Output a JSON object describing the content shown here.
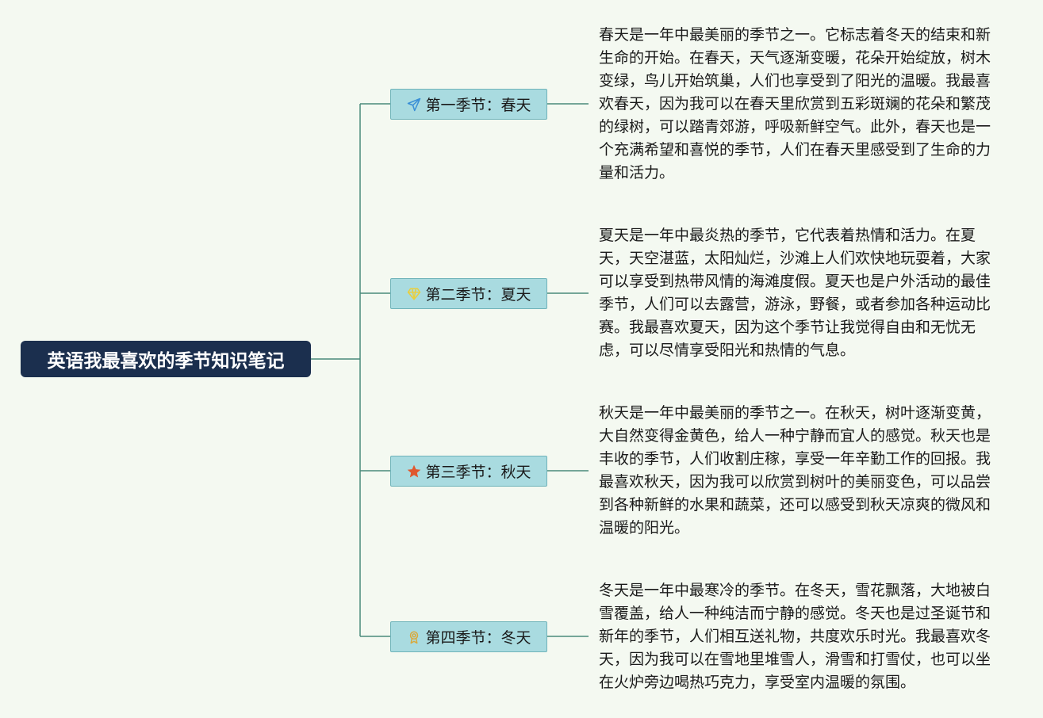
{
  "root": {
    "title": "英语我最喜欢的季节知识笔记"
  },
  "branches": [
    {
      "label": "第一季节：春天",
      "icon": "paper-plane-icon",
      "icon_color": "#3a8fd6",
      "text": "春天是一年中最美丽的季节之一。它标志着冬天的结束和新生命的开始。在春天，天气逐渐变暖，花朵开始绽放，树木变绿，鸟儿开始筑巢，人们也享受到了阳光的温暖。我最喜欢春天，因为我可以在春天里欣赏到五彩斑斓的花朵和繁茂的绿树，可以踏青郊游，呼吸新鲜空气。此外，春天也是一个充满希望和喜悦的季节，人们在春天里感受到了生命的力量和活力。"
    },
    {
      "label": "第二季节：夏天",
      "icon": "diamond-icon",
      "icon_color": "#e9cf3f",
      "text": "夏天是一年中最炎热的季节，它代表着热情和活力。在夏天，天空湛蓝，太阳灿烂，沙滩上人们欢快地玩耍着，大家可以享受到热带风情的海滩度假。夏天也是户外活动的最佳季节，人们可以去露营，游泳，野餐，或者参加各种运动比赛。我最喜欢夏天，因为这个季节让我觉得自由和无忧无虑，可以尽情享受阳光和热情的气息。"
    },
    {
      "label": "第三季节：秋天",
      "icon": "star-icon",
      "icon_color": "#e0582f",
      "text": "秋天是一年中最美丽的季节之一。在秋天，树叶逐渐变黄，大自然变得金黄色，给人一种宁静而宜人的感觉。秋天也是丰收的季节，人们收割庄稼，享受一年辛勤工作的回报。我最喜欢秋天，因为我可以欣赏到树叶的美丽变色，可以品尝到各种新鲜的水果和蔬菜，还可以感受到秋天凉爽的微风和温暖的阳光。"
    },
    {
      "label": "第四季节：冬天",
      "icon": "award-icon",
      "icon_color": "#d9a93c",
      "text": "冬天是一年中最寒冷的季节。在冬天，雪花飘落，大地被白雪覆盖，给人一种纯洁而宁静的感觉。冬天也是过圣诞节和新年的季节，人们相互送礼物，共度欢乐时光。我最喜欢冬天，因为我可以在雪地里堆雪人，滑雪和打雪仗，也可以坐在火炉旁边喝热巧克力，享受室内温暖的氛围。"
    }
  ],
  "colors": {
    "background": "#f4f9f1",
    "root_fill": "#1b2f4e",
    "branch_fill": "#a9dbe0",
    "connector": "#4a8a7a"
  }
}
